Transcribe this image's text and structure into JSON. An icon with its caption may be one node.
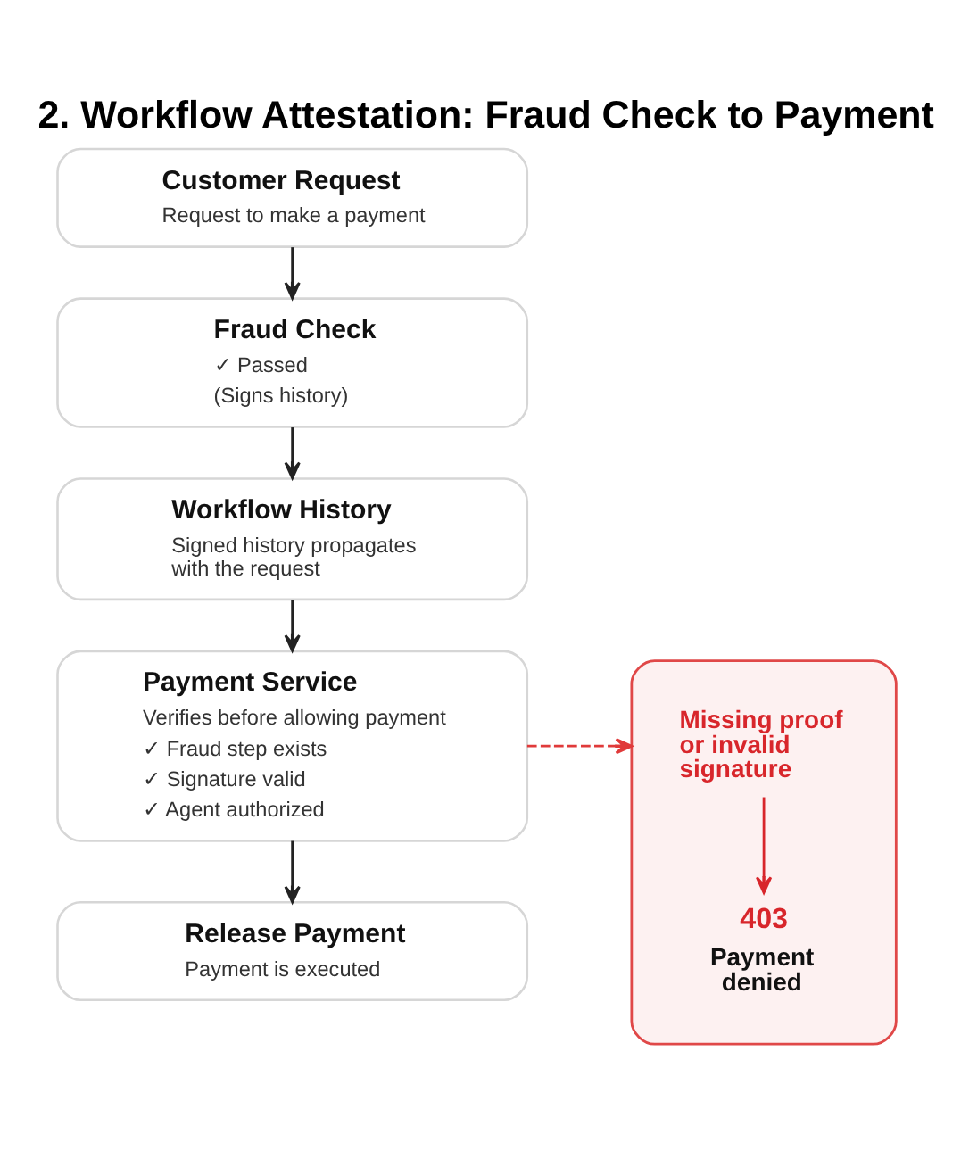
{
  "diagram": {
    "title": "2. Workflow Attestation: Fraud Check to Payment",
    "nodes": [
      {
        "text": [
          "Customer Request",
          "Request to make a payment"
        ]
      },
      {
        "text": [
          "Fraud Check",
          "✓ Passed",
          "(Signs history)"
        ]
      },
      {
        "text": [
          "Workflow History",
          "Signed history propagates with the request"
        ]
      },
      {
        "text": [
          "Payment Service",
          "Verifies before allowing payment",
          "✓ Fraud step exists",
          "✓ Signature valid",
          "✓ Agent authorized"
        ]
      },
      {
        "text": [
          "Release Payment",
          "Payment is executed"
        ]
      },
      {
        "text": [],
        "shape": "box"
      },
      {
        "text": [
          "Missing proof or invalid signature"
        ],
        "in": 5
      },
      {
        "text": [
          "403",
          "Payment denied"
        ],
        "in": 5
      }
    ],
    "edges": [
      {
        "from": 0,
        "to": 1,
        "arrow": "to"
      },
      {
        "from": 1,
        "to": 2,
        "arrow": "to"
      },
      {
        "from": 2,
        "to": 3,
        "arrow": "to"
      },
      {
        "from": 3,
        "to": 4,
        "arrow": "to"
      },
      {
        "from": 3,
        "to": 5,
        "arrow": "to",
        "style": "dashed",
        "color": "#e03a3a"
      },
      {
        "from": 6,
        "to": 7,
        "arrow": "to",
        "color": "#d8262b"
      }
    ]
  }
}
